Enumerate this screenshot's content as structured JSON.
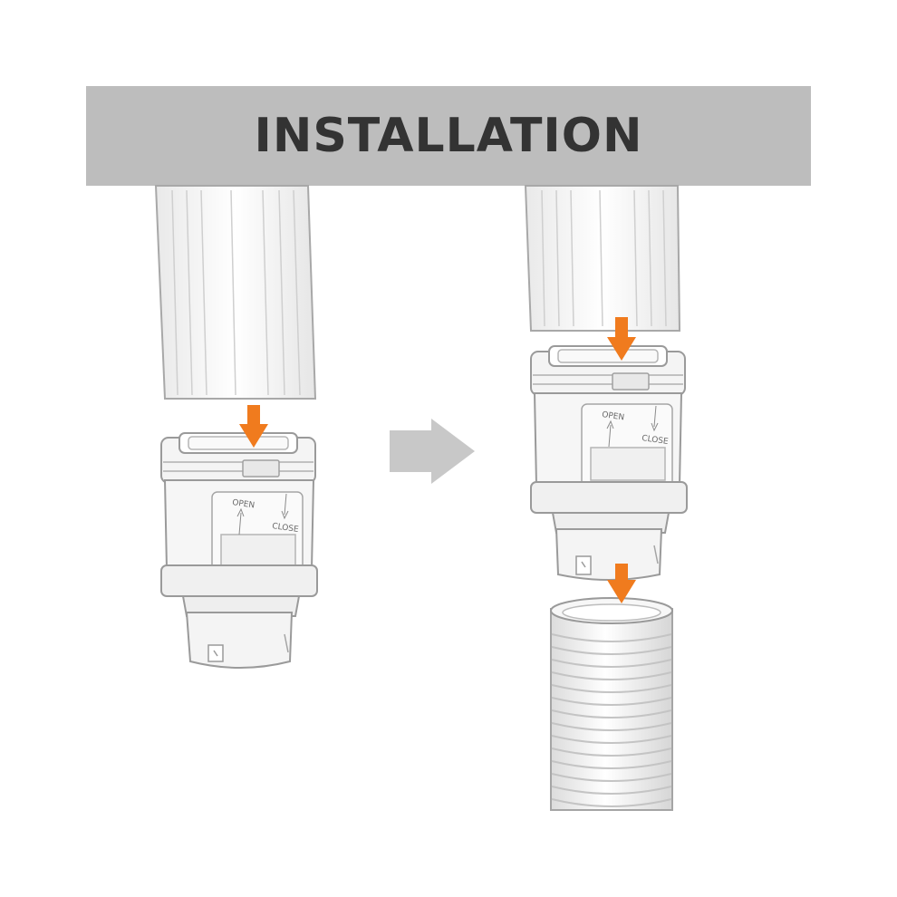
{
  "banner": {
    "title": "INSTALLATION"
  },
  "colors": {
    "banner_bg": "#bdbdbd",
    "title_text": "#333333",
    "step_arrow": "#f07b1e",
    "next_arrow": "#c8c8c8",
    "outline": "#9a9a9a",
    "part_fill": "#f4f4f4"
  },
  "left_adapter": {
    "open_label": "OPEN",
    "close_label": "CLOSE"
  },
  "right_adapter": {
    "open_label": "OPEN",
    "close_label": "CLOSE"
  },
  "icons": [
    "step-arrow-down-icon",
    "next-step-arrow-icon"
  ]
}
